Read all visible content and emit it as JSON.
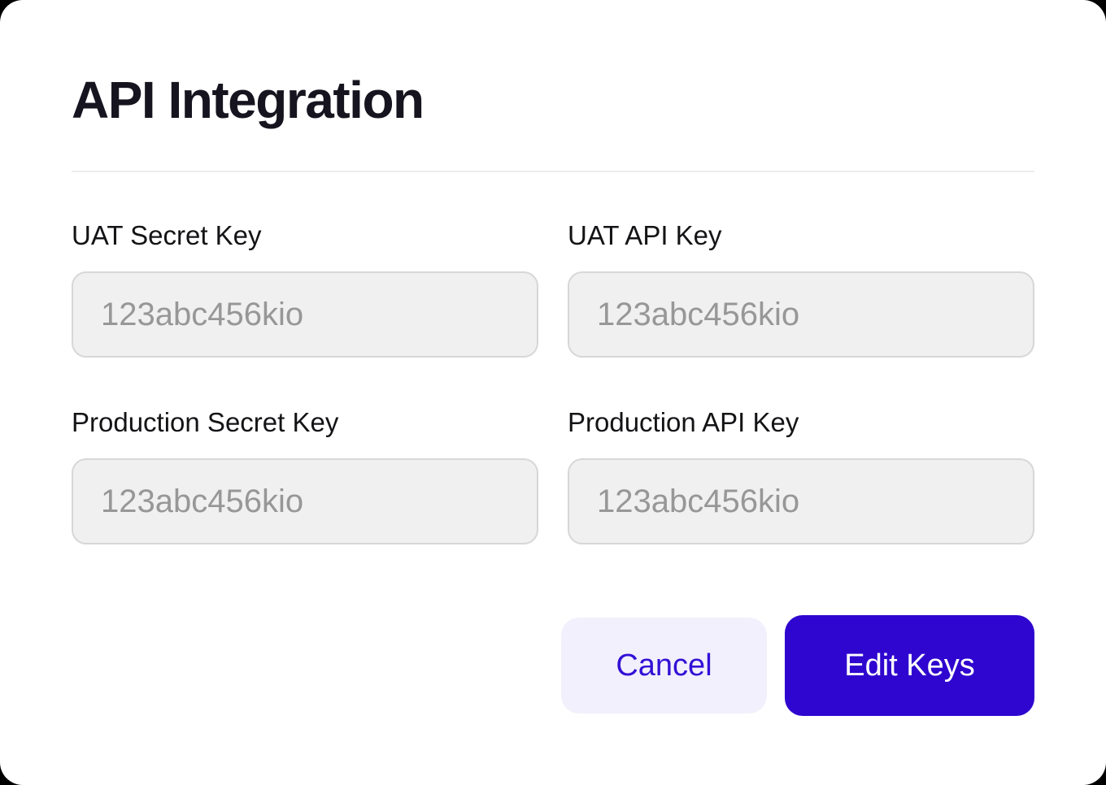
{
  "card": {
    "title": "API Integration",
    "fields": [
      {
        "label": "UAT Secret Key",
        "placeholder": "123abc456kio"
      },
      {
        "label": "UAT API Key",
        "placeholder": "123abc456kio"
      },
      {
        "label": "Production Secret Key",
        "placeholder": "123abc456kio"
      },
      {
        "label": "Production API Key",
        "placeholder": "123abc456kio"
      }
    ],
    "actions": {
      "cancel_label": "Cancel",
      "edit_label": "Edit Keys"
    },
    "colors": {
      "page_bg": "#000000",
      "card_bg": "#ffffff",
      "text": "#16141f",
      "divider": "#ececec",
      "input_bg": "#f0f0f0",
      "input_border": "#d8d6d6",
      "placeholder": "#979797",
      "accent": "#2f06cf",
      "accent_light_bg": "#f2f0fc",
      "accent_text": "#3310d6"
    }
  }
}
